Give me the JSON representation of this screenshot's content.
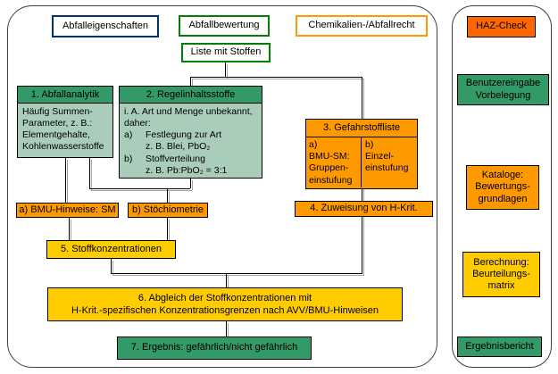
{
  "legend": {
    "abfalleigenschaften": "Abfalleigenschaften",
    "abfallbewertung": "Abfallbewertung",
    "chemikalien_abfallrecht": "Chemikalien-/Abfallrecht"
  },
  "flow": {
    "liste": "Liste mit Stoffen",
    "box1": {
      "title": "1. Abfallanalytik",
      "body": "Häufig Summen-\nParameter, z. B.:\nElementgehalte,\nKohlenwasserstoffe"
    },
    "box2": {
      "title": "2. Regelinhaltsstoffe",
      "intro": "i. A. Art und Menge unbekannt,\ndaher:",
      "items": [
        {
          "label": "a)",
          "text": "Festlegung zur Art\nz. B. Blei, PbO₂"
        },
        {
          "label": "b)",
          "text": "Stoffverteilung\nz. B. Pb:PbO₂ = 3:1"
        }
      ]
    },
    "box3": {
      "title": "3. Gefahrstoffliste",
      "col_a": "a)\nBMU-SM:\nGruppen-\neinstufung",
      "col_b": "b)\nEinzel-\neinstufung"
    },
    "box4": "4. Zuweisung von H-Krit.",
    "box_a": "a) BMU-Hinweise: SM",
    "box_b": "b) Stöchiometrie",
    "box5": "5. Stoffkonzentrationen",
    "box6": "6. Abgleich der Stoffkonzentrationen mit\nH-Krit.-spezifischen Konzentrationsgrenzen nach AVV/BMU-Hinweisen",
    "box7": "7. Ergebnis: gefährlich/nicht gefährlich"
  },
  "sidebar": {
    "haz_check": "HAZ-Check",
    "benutzereingabe": "Benutzereingabe\nVorbelegung",
    "kataloge": "Kataloge:\nBewertungs-\ngrundlagen",
    "berechnung": "Berechnung:\nBeurteilungs-\nmatrix",
    "ergebnisbericht": "Ergebnisbericht"
  },
  "colors": {
    "dark_green": "#339966",
    "light_green": "#AACCBB",
    "orange": "#FF9900",
    "strong_orange": "#FF6600",
    "yellow": "#FFCC00",
    "navy_border": "#003366",
    "green_border": "#008000",
    "orange_border": "#FF9900"
  }
}
